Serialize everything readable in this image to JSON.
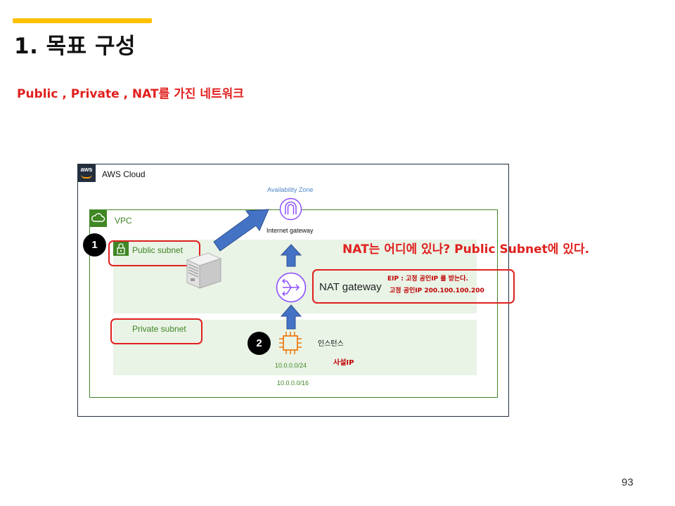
{
  "slide": {
    "title": "1. 목표 구성",
    "subtitle": "Public , Private , NAT를 가진 네트워크",
    "page_number": "93"
  },
  "diagram": {
    "cloud_label": "AWS Cloud",
    "aws_logo_text": "aws",
    "availability_zone_label": "Availability Zone",
    "vpc_label": "VPC",
    "public_subnet_label": "Public subnet",
    "private_subnet_label": "Private subnet",
    "internet_gateway_label": "Internet gateway",
    "nat_gateway_label": "NAT gateway",
    "eip_note": "EIP : 고정 공인IP 를 받는다.",
    "fixed_ip_note": "고정 공인IP 200.100.100.200",
    "instance_label": "인스턴스",
    "private_ip_label": "사설IP",
    "subnet_cidr": "10.0.0.0/24",
    "vpc_cidr": "10.0.0.0/16",
    "callout": "NAT는 어디에 있나?  Public Subnet에 있다.",
    "badge_1": "1",
    "badge_2": "2"
  },
  "colors": {
    "accent_bar": "#ffc000",
    "title_red": "#e0201e",
    "vpc_green": "#3f8624",
    "subnet_fill": "#e9f3e6",
    "arrow_blue": "#4472c4",
    "gateway_purple": "#8c4fff",
    "instance_orange": "#ed7100",
    "aws_dark": "#232f3e"
  },
  "icons": [
    "aws-logo",
    "vpc-cloud-icon",
    "subnet-lock-icon",
    "internet-gateway-icon",
    "nat-gateway-icon",
    "ec2-instance-icon",
    "server-icon"
  ]
}
